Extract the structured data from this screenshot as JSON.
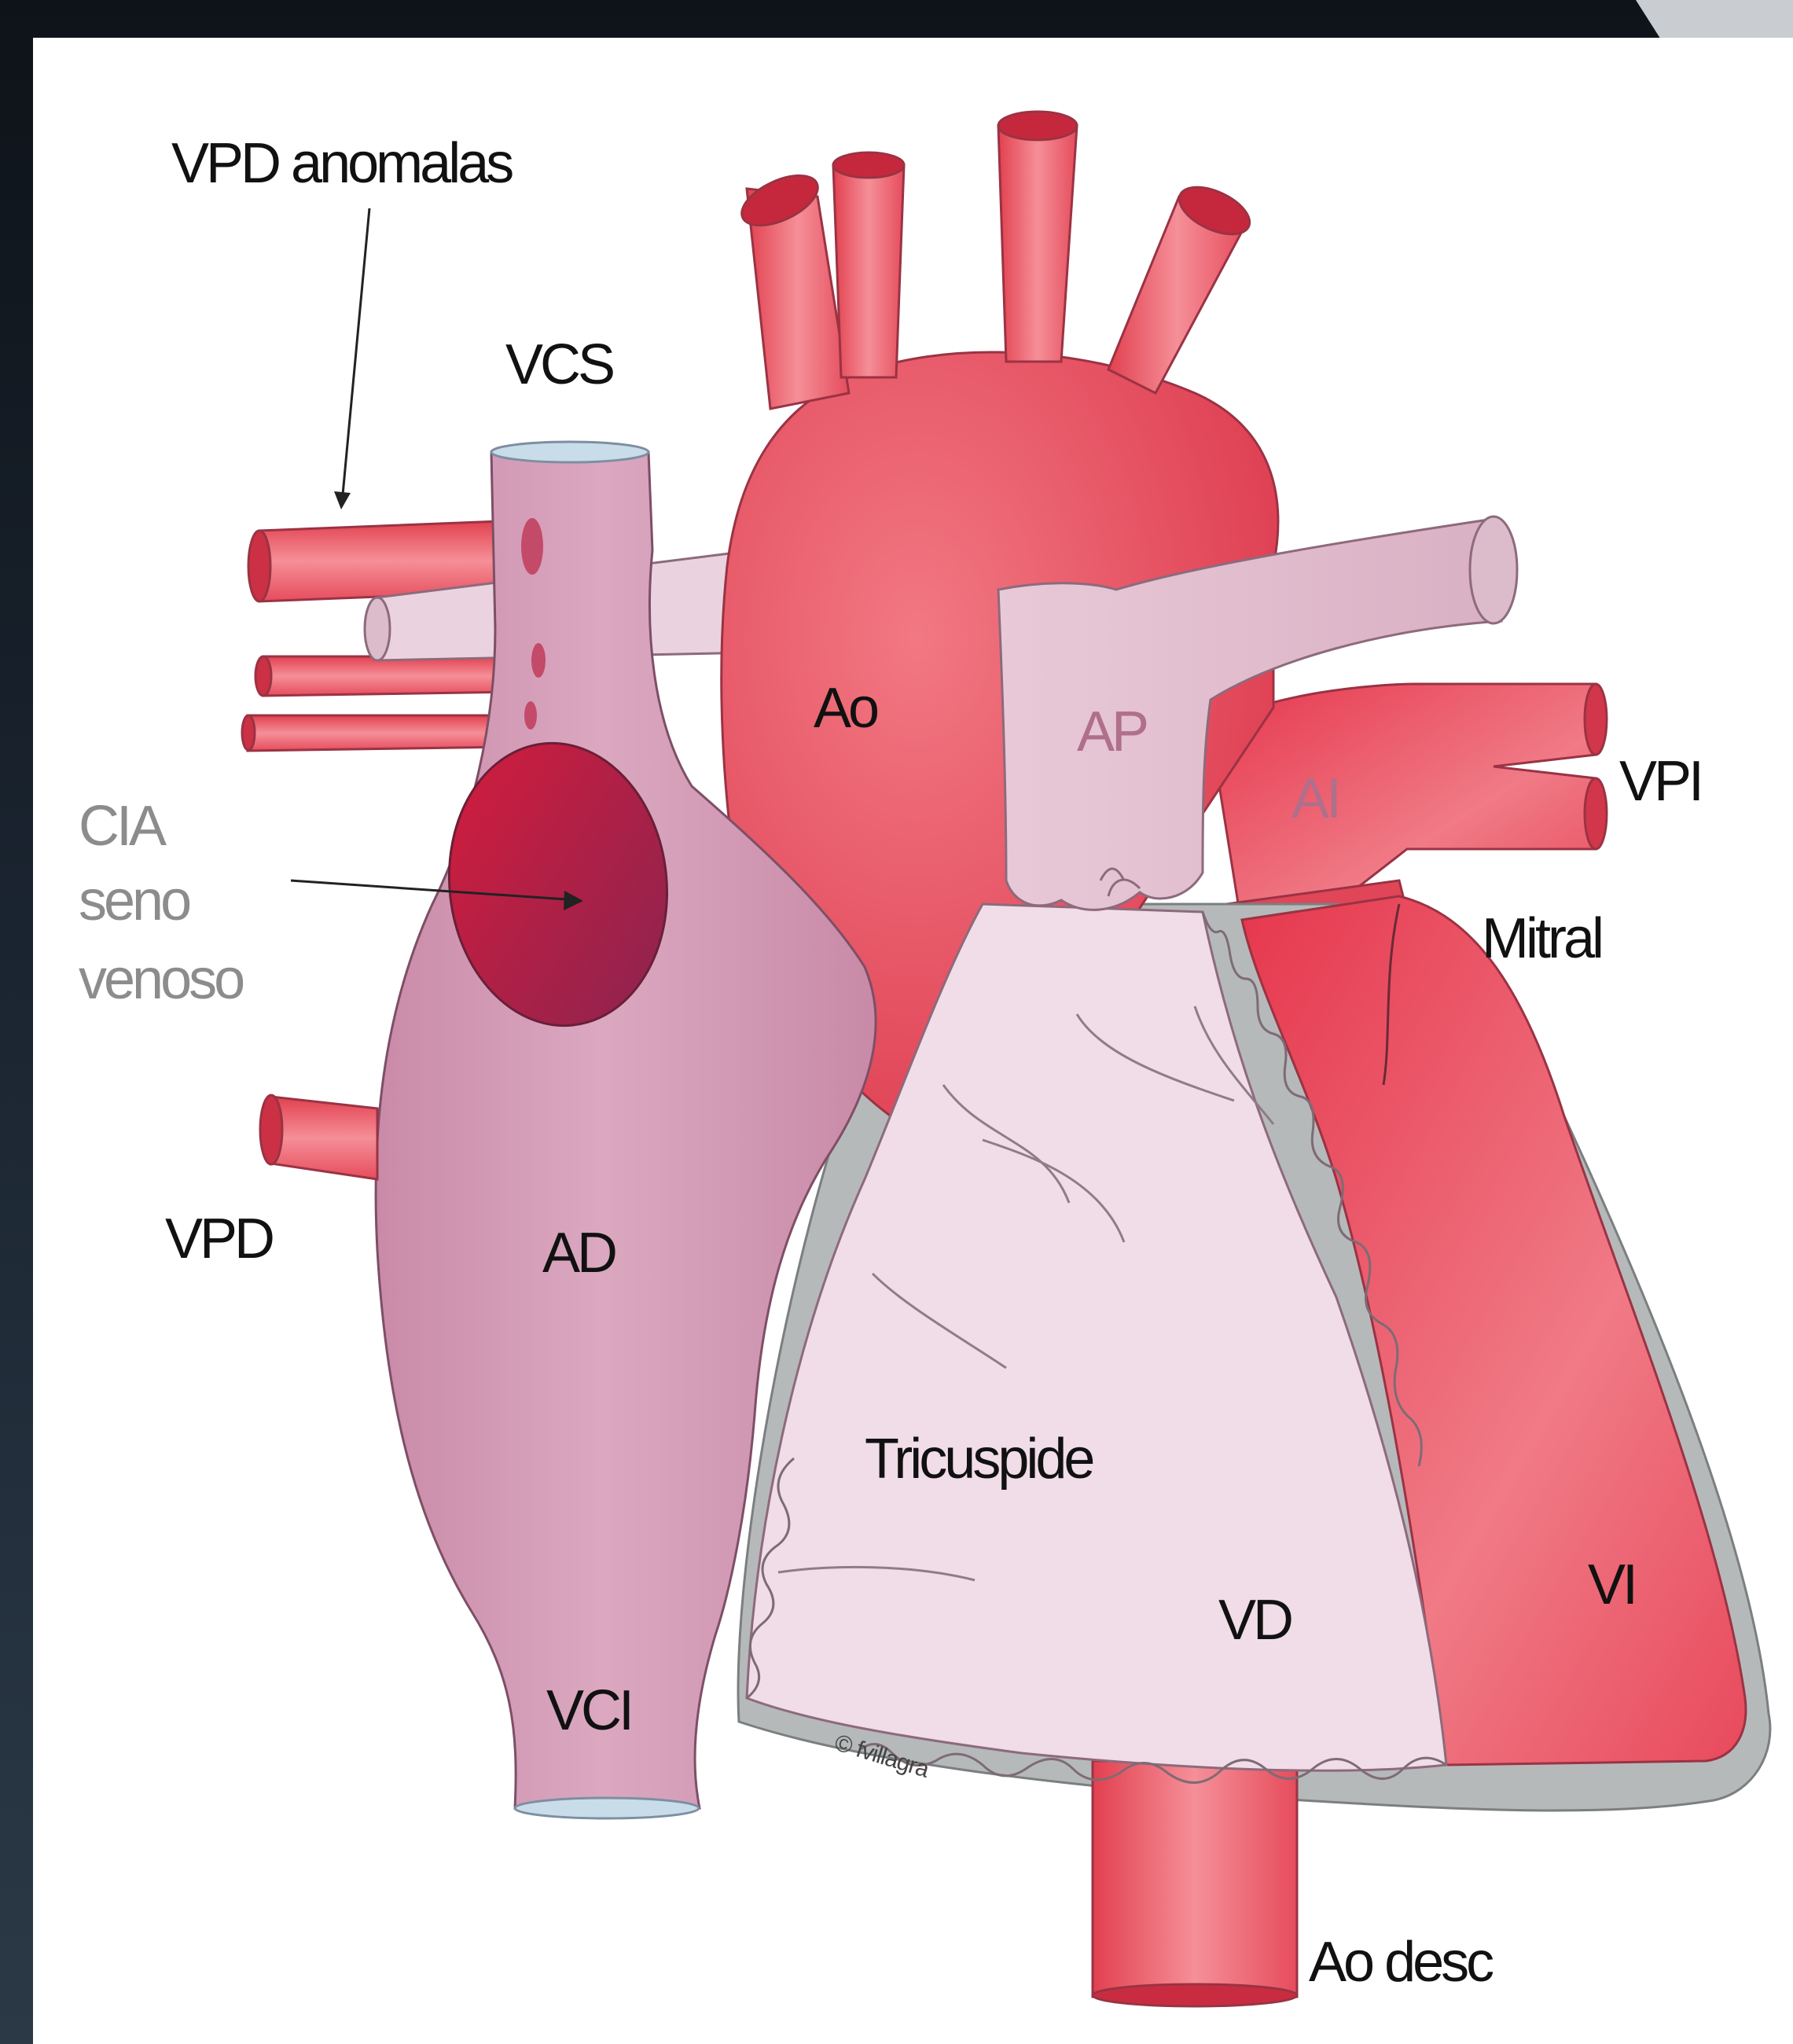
{
  "labels": {
    "vpd_anomalas": "VPD anomalas",
    "vcs": "VCS",
    "ao": "Ao",
    "ap": "AP",
    "ai": "AI",
    "vpi": "VPI",
    "mitral": "Mitral",
    "cia_line1": "CIA",
    "cia_line2": "seno",
    "cia_line3": "venoso",
    "vpd": "VPD",
    "ad": "AD",
    "tricuspide": "Tricuspide",
    "vd": "VD",
    "vi": "VI",
    "vci": "VCI",
    "ao_desc": "Ao desc",
    "copyright": "© fvillagra"
  },
  "colors": {
    "background_top": "#0e1319",
    "background_bottom": "#2b3947",
    "slide": "#ffffff",
    "aorta": "#e8505f",
    "right_atrium": "#cf97b2",
    "pulmonary_artery": "#e6c8d6",
    "right_ventricle": "#efdbe6",
    "left_side": "#e95566",
    "defect": "#b3173a",
    "pericardium": "#b9bcbd"
  }
}
